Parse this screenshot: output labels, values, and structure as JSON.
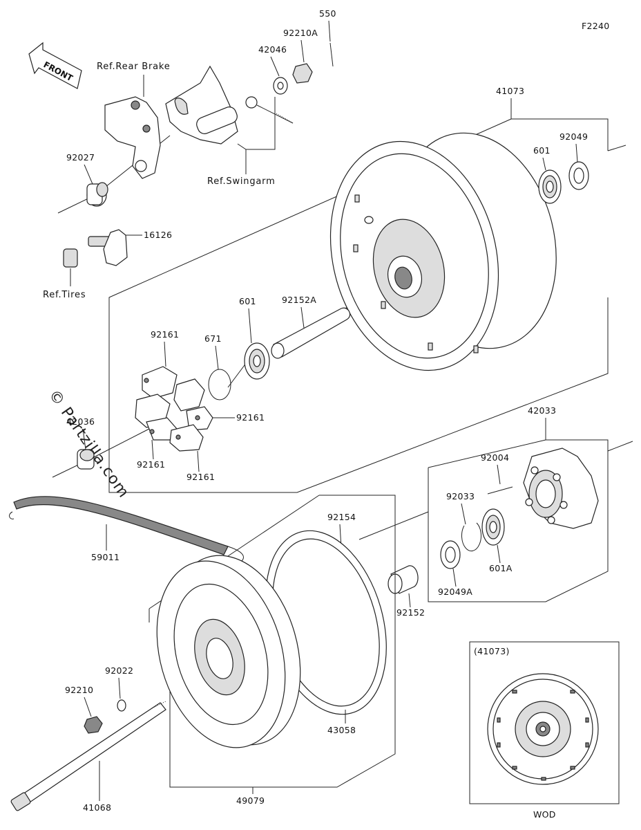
{
  "diagram": {
    "code": "F2240",
    "front_label": "FRONT",
    "watermark": "© Partzilla.com",
    "inset_title": "(41073)",
    "inset_caption": "WOD"
  },
  "refs": {
    "rear_brake": "Ref.Rear Brake",
    "swingarm": "Ref.Swingarm",
    "tires": "Ref.Tires"
  },
  "parts": {
    "p550": "550",
    "p92210A": "92210A",
    "p42046": "42046",
    "p41073": "41073",
    "p92049": "92049",
    "p601_top": "601",
    "p92027": "92027",
    "p16126": "16126",
    "p92152A": "92152A",
    "p601_mid": "601",
    "p671": "671",
    "p92161_a": "92161",
    "p92161_b": "92161",
    "p92161_c": "92161",
    "p92161_d": "92161",
    "p42036": "42036",
    "p42033": "42033",
    "p92004": "92004",
    "p92033": "92033",
    "p601A": "601A",
    "p92049A": "92049A",
    "p92152": "92152",
    "p92154": "92154",
    "p59011": "59011",
    "p92022": "92022",
    "p92210": "92210",
    "p43058": "43058",
    "p41068": "41068",
    "p49079": "49079"
  }
}
